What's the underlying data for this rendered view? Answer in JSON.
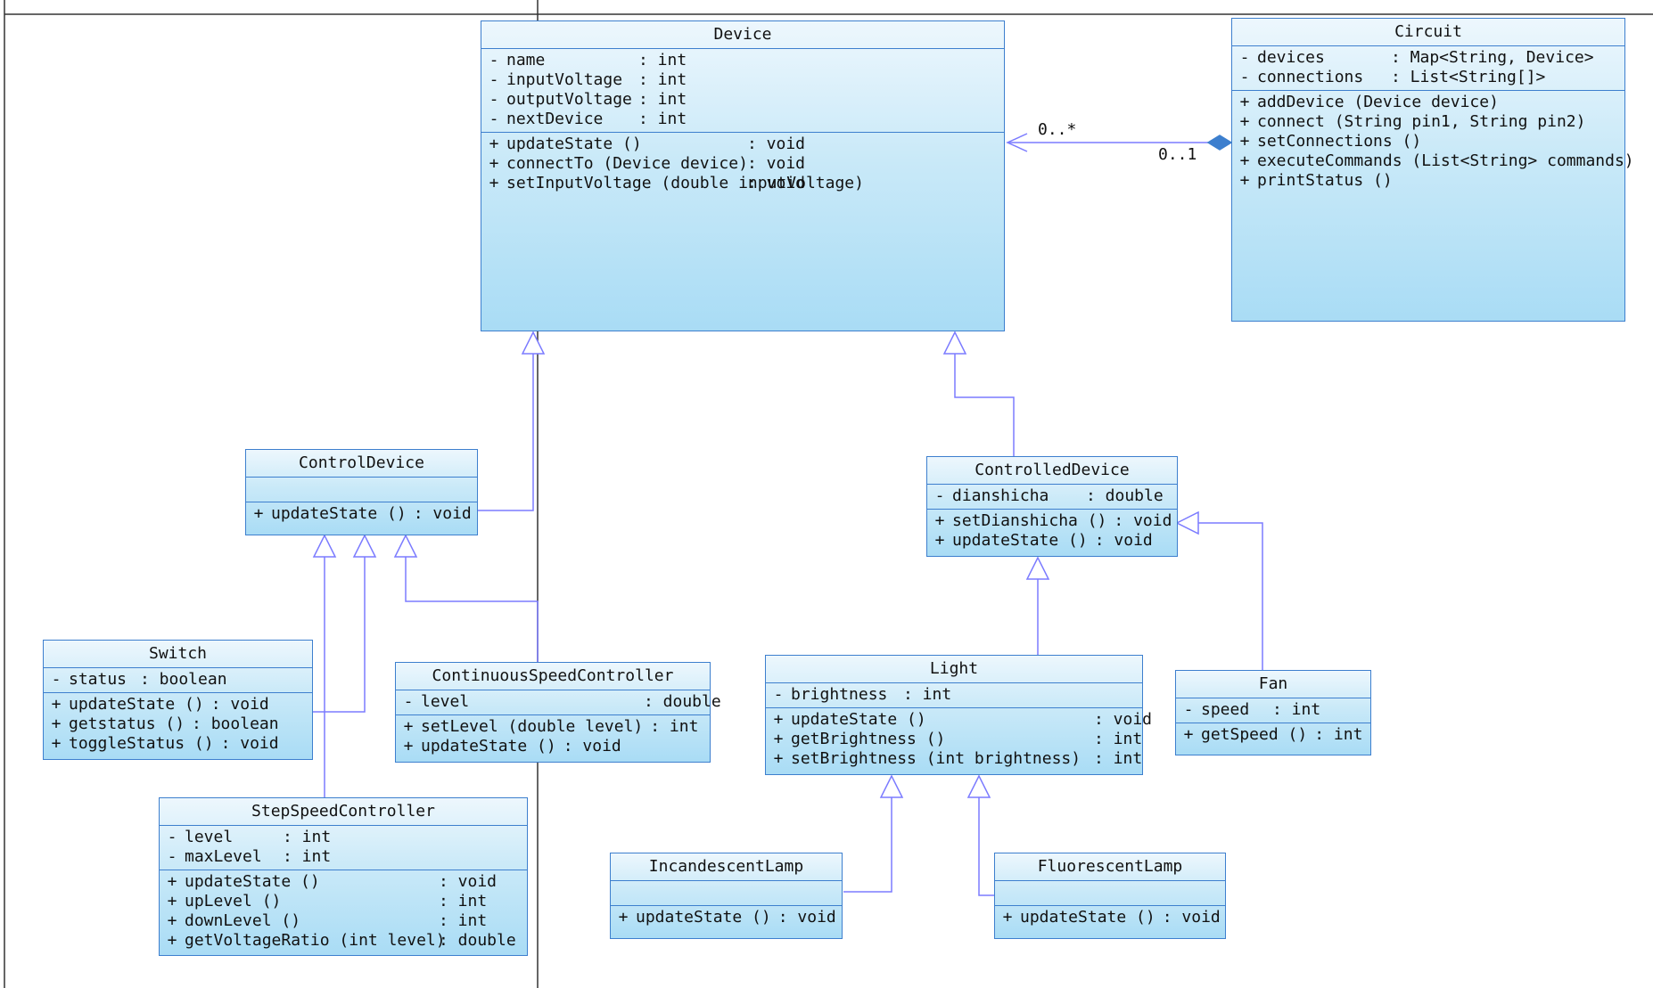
{
  "colors": {
    "border": "#3d7fce",
    "edge": "#7b7bff",
    "gradient_top": "#edf7fd",
    "gradient_bottom": "#a9dcf5"
  },
  "classes": {
    "device": {
      "name": "Device",
      "attrs": [
        {
          "vis": "-",
          "name": "name",
          "type": ": int"
        },
        {
          "vis": "-",
          "name": "inputVoltage",
          "type": ": int"
        },
        {
          "vis": "-",
          "name": "outputVoltage",
          "type": ": int"
        },
        {
          "vis": "-",
          "name": "nextDevice",
          "type": ": int"
        }
      ],
      "ops": [
        {
          "vis": "+",
          "name": "updateState ()",
          "type": ": void"
        },
        {
          "vis": "+",
          "name": "connectTo (Device device)",
          "type": ": void"
        },
        {
          "vis": "+",
          "name": "setInputVoltage (double inputVoltage)",
          "type": ": void"
        }
      ]
    },
    "circuit": {
      "name": "Circuit",
      "attrs": [
        {
          "vis": "-",
          "name": "devices",
          "type": ": Map<String, Device>"
        },
        {
          "vis": "-",
          "name": "connections",
          "type": ": List<String[]>"
        }
      ],
      "ops": [
        {
          "vis": "+",
          "name": "addDevice (Device device)",
          "type": ""
        },
        {
          "vis": "+",
          "name": "connect (String pin1, String pin2)",
          "type": ""
        },
        {
          "vis": "+",
          "name": "setConnections ()",
          "type": ""
        },
        {
          "vis": "+",
          "name": "executeCommands (List<String> commands)",
          "type": ""
        },
        {
          "vis": "+",
          "name": "printStatus ()",
          "type": ""
        }
      ]
    },
    "controlDevice": {
      "name": "ControlDevice",
      "attrs": [],
      "ops": [
        {
          "vis": "+",
          "name": "updateState ()",
          "type": ": void"
        }
      ]
    },
    "controlledDevice": {
      "name": "ControlledDevice",
      "attrs": [
        {
          "vis": "-",
          "name": "dianshicha",
          "type": ": double"
        }
      ],
      "ops": [
        {
          "vis": "+",
          "name": "setDianshicha ()",
          "type": ": void"
        },
        {
          "vis": "+",
          "name": "updateState ()",
          "type": ": void"
        }
      ]
    },
    "switch": {
      "name": "Switch",
      "attrs": [
        {
          "vis": "-",
          "name": "status",
          "type": ": boolean"
        }
      ],
      "ops": [
        {
          "vis": "+",
          "name": "updateState ()",
          "type": ": void"
        },
        {
          "vis": "+",
          "name": "getstatus ()",
          "type": ": boolean"
        },
        {
          "vis": "+",
          "name": "toggleStatus ()",
          "type": ": void"
        }
      ]
    },
    "continuousSpeedController": {
      "name": "ContinuousSpeedController",
      "attrs": [
        {
          "vis": "-",
          "name": "level",
          "type": ": double"
        }
      ],
      "ops": [
        {
          "vis": "+",
          "name": "setLevel (double level)",
          "type": ": int"
        },
        {
          "vis": "+",
          "name": "updateState ()",
          "type": ": void"
        }
      ]
    },
    "stepSpeedController": {
      "name": "StepSpeedController",
      "attrs": [
        {
          "vis": "-",
          "name": "level",
          "type": ": int"
        },
        {
          "vis": "-",
          "name": "maxLevel",
          "type": ": int"
        }
      ],
      "ops": [
        {
          "vis": "+",
          "name": "updateState ()",
          "type": ": void"
        },
        {
          "vis": "+",
          "name": "upLevel ()",
          "type": ": int"
        },
        {
          "vis": "+",
          "name": "downLevel ()",
          "type": ": int"
        },
        {
          "vis": "+",
          "name": "getVoltageRatio (int level)",
          "type": ": double"
        }
      ]
    },
    "light": {
      "name": "Light",
      "attrs": [
        {
          "vis": "-",
          "name": "brightness",
          "type": ": int"
        }
      ],
      "ops": [
        {
          "vis": "+",
          "name": "updateState ()",
          "type": ": void"
        },
        {
          "vis": "+",
          "name": "getBrightness ()",
          "type": ": int"
        },
        {
          "vis": "+",
          "name": "setBrightness (int brightness)",
          "type": ": int"
        }
      ]
    },
    "fan": {
      "name": "Fan",
      "attrs": [
        {
          "vis": "-",
          "name": "speed",
          "type": ": int"
        }
      ],
      "ops": [
        {
          "vis": "+",
          "name": "getSpeed ()",
          "type": ": int"
        }
      ]
    },
    "incandescentLamp": {
      "name": "IncandescentLamp",
      "attrs": [],
      "ops": [
        {
          "vis": "+",
          "name": "updateState ()",
          "type": ": void"
        }
      ]
    },
    "fluorescentLamp": {
      "name": "FluorescentLamp",
      "attrs": [],
      "ops": [
        {
          "vis": "+",
          "name": "updateState ()",
          "type": ": void"
        }
      ]
    }
  },
  "relations": [
    {
      "kind": "composition",
      "from": "circuit",
      "to": "device",
      "from_mult": "0..1",
      "to_mult": "0..*"
    },
    {
      "kind": "generalization",
      "from": "controlDevice",
      "to": "device"
    },
    {
      "kind": "generalization",
      "from": "controlledDevice",
      "to": "device"
    },
    {
      "kind": "generalization",
      "from": "switch",
      "to": "controlDevice"
    },
    {
      "kind": "generalization",
      "from": "stepSpeedController",
      "to": "controlDevice"
    },
    {
      "kind": "generalization",
      "from": "continuousSpeedController",
      "to": "controlDevice"
    },
    {
      "kind": "generalization",
      "from": "light",
      "to": "controlledDevice"
    },
    {
      "kind": "generalization",
      "from": "fan",
      "to": "controlledDevice"
    },
    {
      "kind": "generalization",
      "from": "incandescentLamp",
      "to": "light"
    },
    {
      "kind": "generalization",
      "from": "fluorescentLamp",
      "to": "light"
    }
  ]
}
